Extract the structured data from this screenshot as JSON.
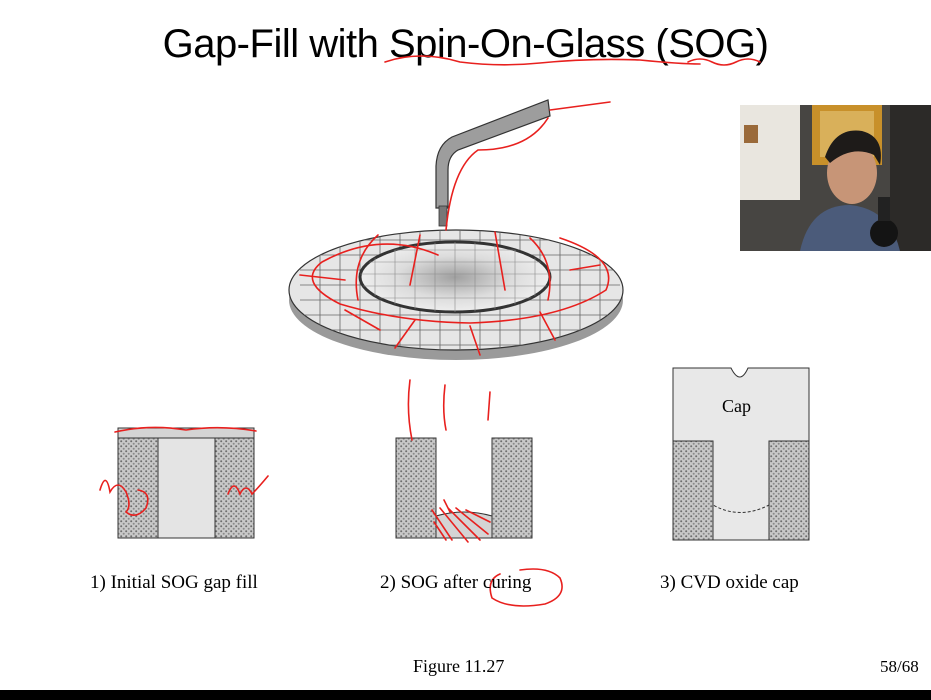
{
  "slide": {
    "title": "Gap-Fill with Spin-On-Glass (SOG)",
    "captions": [
      "1)  Initial SOG gap fill",
      "2)  SOG after curing",
      "3)  CVD oxide cap"
    ],
    "cap_label": "Cap",
    "figure_caption": "Figure 11.27",
    "page_number": "58/68"
  },
  "colors": {
    "annotation": "#e8201e",
    "substrate_fill": "#e4e4e4",
    "patterned_fill": "#bdbdbd"
  },
  "icons": [
    "spin-dispense-nozzle-icon",
    "wafer-icon",
    "presenter-video-feed"
  ]
}
